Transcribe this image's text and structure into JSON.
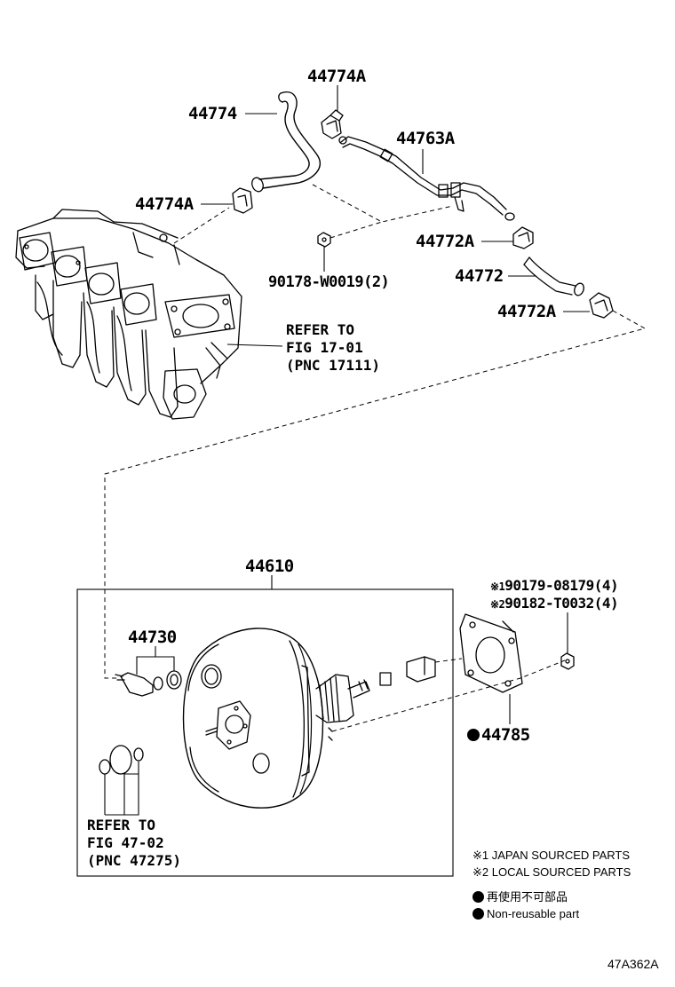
{
  "labels": {
    "p44774A_top": "44774A",
    "p44774": "44774",
    "p44763A": "44763A",
    "p44774A_left": "44774A",
    "p44772A_mid": "44772A",
    "p44772": "44772",
    "p90178": "90178-W0019(2)",
    "p44772A_low": "44772A",
    "p44610": "44610",
    "p44730": "44730",
    "p90179": "90179-08179(4)",
    "p90182": "90182-T0032(4)",
    "p44785": "44785"
  },
  "mark1": "※1",
  "mark2": "※2",
  "refer_intake": {
    "line1": "REFER TO",
    "line2": "FIG 17-01",
    "line3": "(PNC 17111)"
  },
  "refer_brake": {
    "line1": "REFER TO",
    "line2": "FIG 47-02",
    "line3": "(PNC 47275)"
  },
  "legend": {
    "japan": "※1 JAPAN SOURCED PARTS",
    "local": "※2 LOCAL SOURCED PARTS",
    "nonreusable_jp": "再使用不可部品",
    "nonreusable_en": "Non-reusable part"
  },
  "figure_id": "47A362A"
}
